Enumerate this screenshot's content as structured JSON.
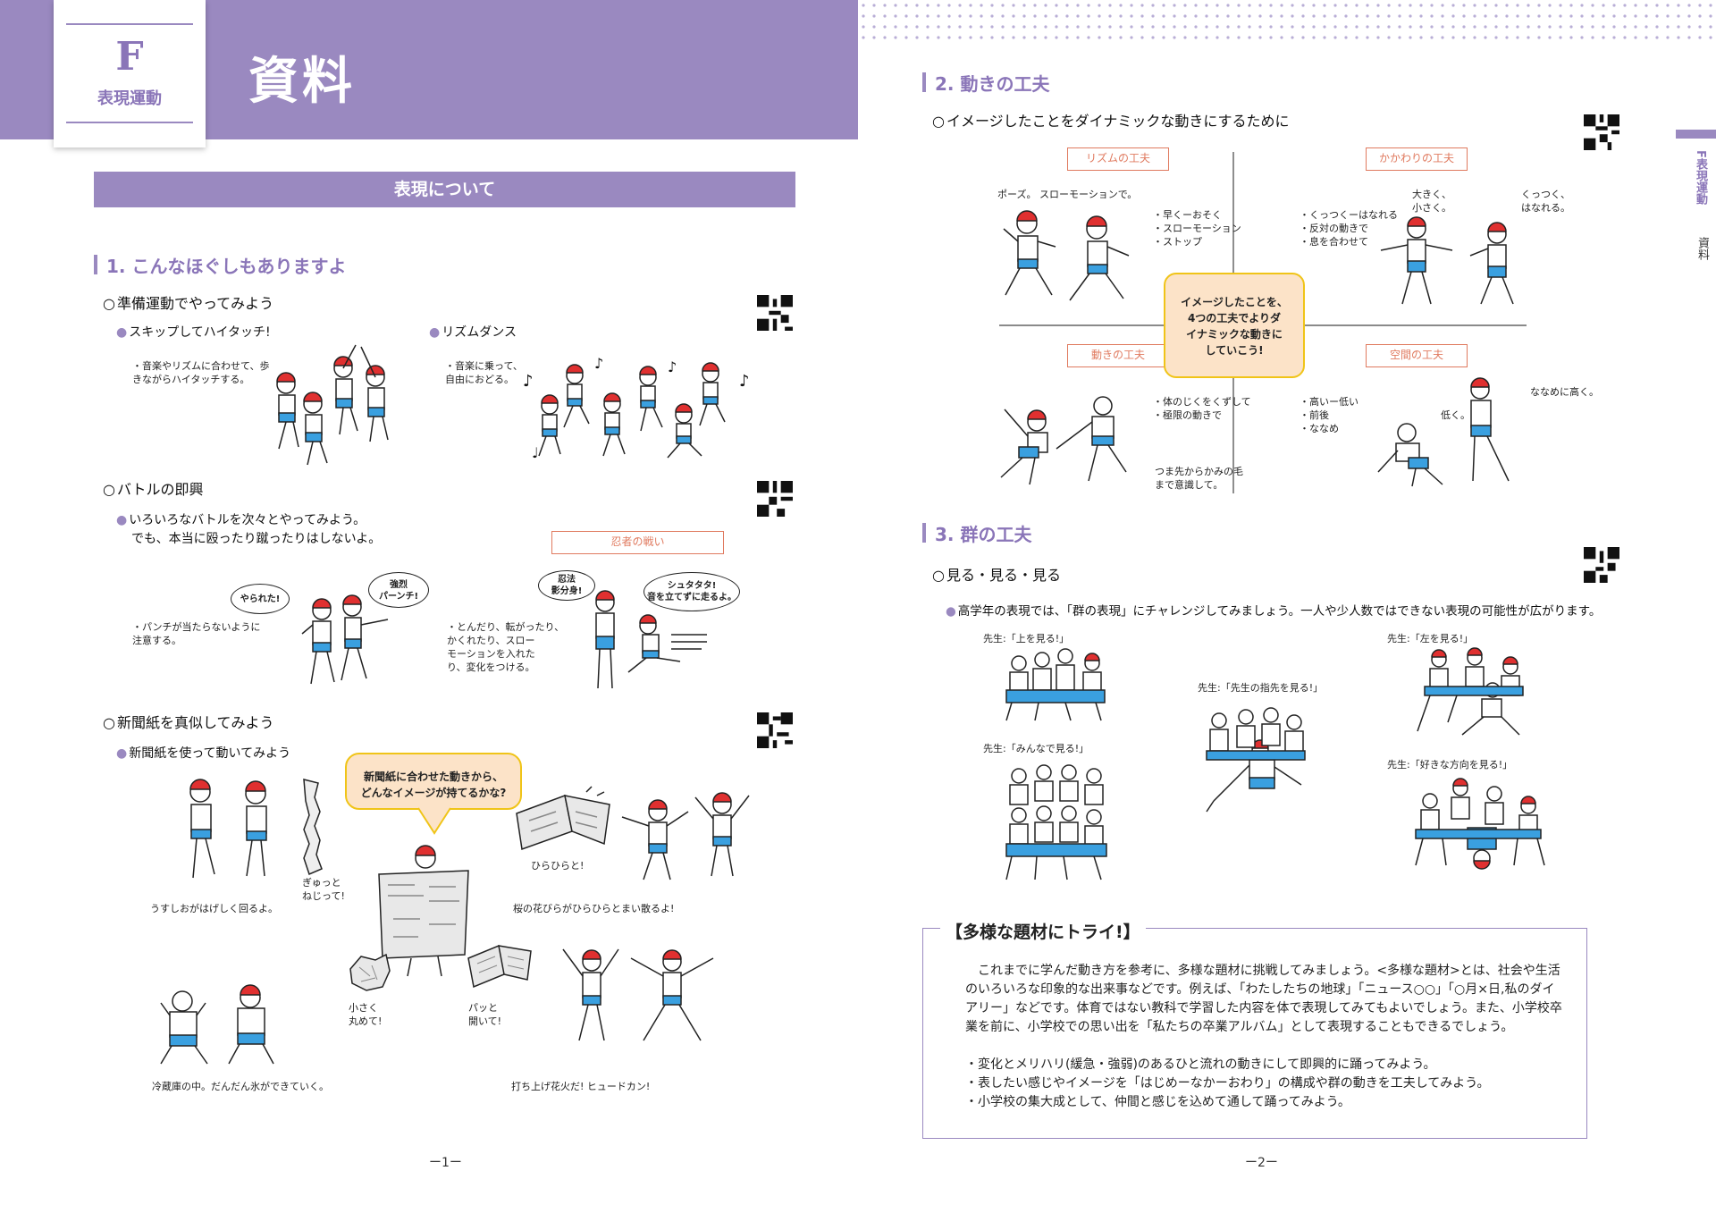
{
  "left": {
    "badge_letter": "F",
    "badge_name": "表現運動",
    "title": "資料",
    "section_bar": "表現について",
    "section1": {
      "heading": "1. こんなほぐしもありますよ",
      "warmup": {
        "heading": "準備運動でやってみよう",
        "skip": {
          "bullet": "スキップしてハイタッチ!",
          "note": "・音楽やリズムに合わせて、歩\n きながらハイタッチする。"
        },
        "rhythm": {
          "bullet": "リズムダンス",
          "note": "・音楽に乗って、\n 自由におどる。"
        }
      },
      "battle": {
        "heading": "バトルの即興",
        "bullet_line1": "いろいろなバトルを次々とやってみよう。",
        "bullet_line2": "でも、本当に殴ったり蹴ったりはしないよ。",
        "ninja_label": "忍者の戦い",
        "note_punch": "・パンチが当たらないように\n 注意する。",
        "note_move": "・とんだり、転がったり、\n かくれたり、スロー\n モーションを入れた\n り、変化をつける。",
        "speech_yarareta": "やられた!",
        "speech_punch": "強烈\nパーンチ!",
        "speech_ninpo": "忍法\n影分身!",
        "speech_shutatata": "シュタタタ!\n音を立てずに走るよ。"
      },
      "newspaper": {
        "heading": "新聞紙を真似してみよう",
        "bullet": "新聞紙を使って動いてみよう",
        "bubble": "新聞紙に合わせた動きから、\nどんなイメージが持てるかな?",
        "cap_thin": "うすしおがはげしく回るよ。",
        "cap_gyutto": "ぎゅっと\nねじって!",
        "cap_hirahira": "ひらひらと!",
        "cap_sakura": "桜の花びらがひらひらとまい散るよ!",
        "cap_chiisaku": "小さく\n丸めて!",
        "cap_pattohiraite": "パッと\n開いて!",
        "cap_reizouko": "冷蔵庫の中。だんだん氷ができていく。",
        "cap_hanabi": "打ち上げ花火だ! ヒュードカン!"
      }
    },
    "page_number": "ー1ー"
  },
  "right": {
    "side_tab_letter": "F",
    "side_tab_name": "表現運動",
    "side_tab_sub": "資料",
    "section2": {
      "heading": "2. 動きの工夫",
      "sub": "イメージしたことをダイナミックな動きにするために",
      "rhythm_label": "リズムの工夫",
      "kakawari_label": "かかわりの工夫",
      "ugoki_label": "動きの工夫",
      "kukan_label": "空間の工夫",
      "center": "イメージしたことを、\n4つの工夫でよりダ\nイナミックな動きに\nしていこう!",
      "rhythm_cap": "ポーズ。 スローモーションで。",
      "rhythm_list": "・早くーおそく\n・スローモーション\n・ストップ",
      "kakawari_list": "・くっつくーはなれる\n・反対の動きで\n・息を合わせて",
      "kakawari_cap1": "大きく、\n小さく。",
      "kakawari_cap2": "くっつく、\nはなれる。",
      "ugoki_list": "・体のじくをくずして\n・極限の動きで",
      "ugoki_cap": "つま先からかみの毛\nまで意識して。",
      "kukan_list": "・高いー低い\n・前後\n・ななめ",
      "kukan_cap1": "ななめに高く。",
      "kukan_cap2": "低く。"
    },
    "section3": {
      "heading": "3. 群の工夫",
      "sub": "見る・見る・見る",
      "bullet": "高学年の表現では、「群の表現」にチャレンジしてみましょう。一人や少人数ではできない表現の可能性が広がります。",
      "cap_ue": "先生:「上を見る!」",
      "cap_yubisaki": "先生:「先生の指先を見る!」",
      "cap_hidari": "先生:「左を見る!」",
      "cap_minna": "先生:「みんなで見る!」",
      "cap_sukina": "先生:「好きな方向を見る!」"
    },
    "try_box": {
      "title": "【多様な題材にトライ!】",
      "para1": "これまでに学んだ動き方を参考に、多様な題材に挑戦してみましょう。<多様な題材>とは、社会や生活のいろいろな印象的な出来事などです。例えば、「わたしたちの地球」「ニュース○○」「○月×日,私のダイアリー」などです。体育ではない教科で学習した内容を体で表現してみてもよいでしょう。また、小学校卒業を前に、小学校での思い出を「私たちの卒業アルバム」として表現することもできるでしょう。",
      "item1": "変化とメリハリ(緩急・強弱)のあるひと流れの動きにして即興的に踊ってみよう。",
      "item2": "表したい感じやイメージを「はじめーなかーおわり」の構成や群の動きを工夫してみよう。",
      "item3": "小学校の集大成として、仲間と感じを込めて通して踊ってみよう。"
    },
    "page_number": "ー2ー"
  },
  "colors": {
    "accent": "#9a89c0",
    "accent_text": "#8a75b8",
    "label_red": "#e07a5f",
    "bubble_fill": "#fce3c8",
    "bubble_border": "#f0c418",
    "cap_red": "#e03030",
    "shorts_blue": "#3aa0e0"
  }
}
